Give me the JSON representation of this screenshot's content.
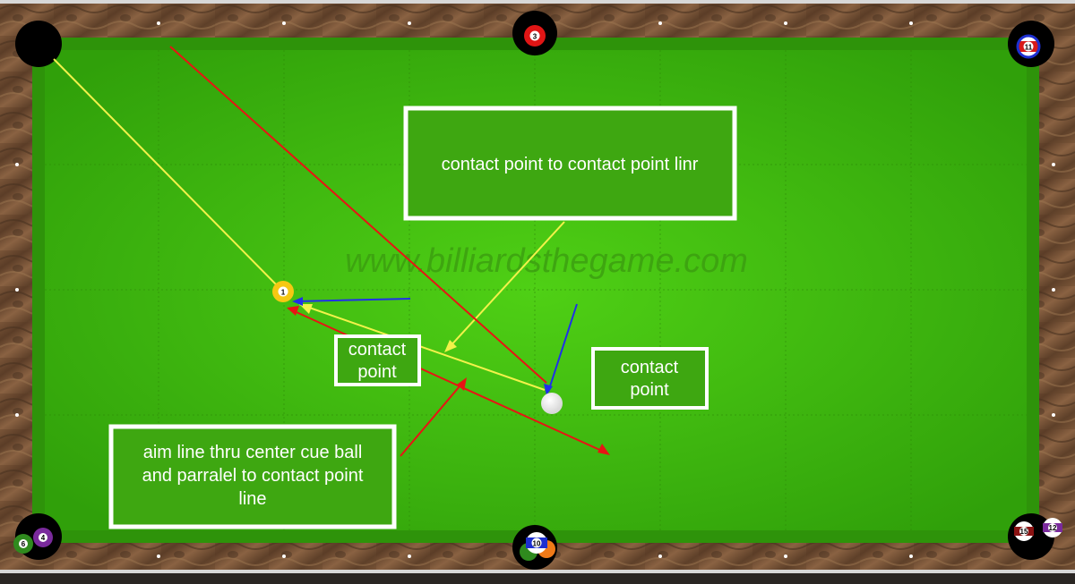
{
  "watermark": "www.billiardsthegame.com",
  "colors": {
    "felt": "#46c213",
    "felt_dark": "#2f9e0a",
    "rail_wood": "#6b4a33",
    "cushion": "#3aa70e",
    "pocket": "#000000",
    "yellow_line": "#f2f24a",
    "red_line": "#e81414",
    "blue_line": "#2030e8",
    "box_border": "#ffffff"
  },
  "annotations": {
    "contact_line_box": "contact point to contact point linr",
    "contact_point_left_line1": "contact",
    "contact_point_left_line2": "point",
    "contact_point_right_line1": "contact",
    "contact_point_right_line2": "point",
    "aim_line_1": "aim line thru center cue ball",
    "aim_line_2": "and parralel to contact point",
    "aim_line_3": "line"
  },
  "balls": {
    "object_ball": "1",
    "top_center": "3",
    "top_right": "11",
    "bottom_left_a": "6",
    "bottom_left_b": "4",
    "bottom_center": "10",
    "bottom_right_a": "15",
    "bottom_right_b": "12"
  },
  "icons": {
    "cue_ball": "cue-ball-icon",
    "object_ball": "object-ball-icon"
  }
}
